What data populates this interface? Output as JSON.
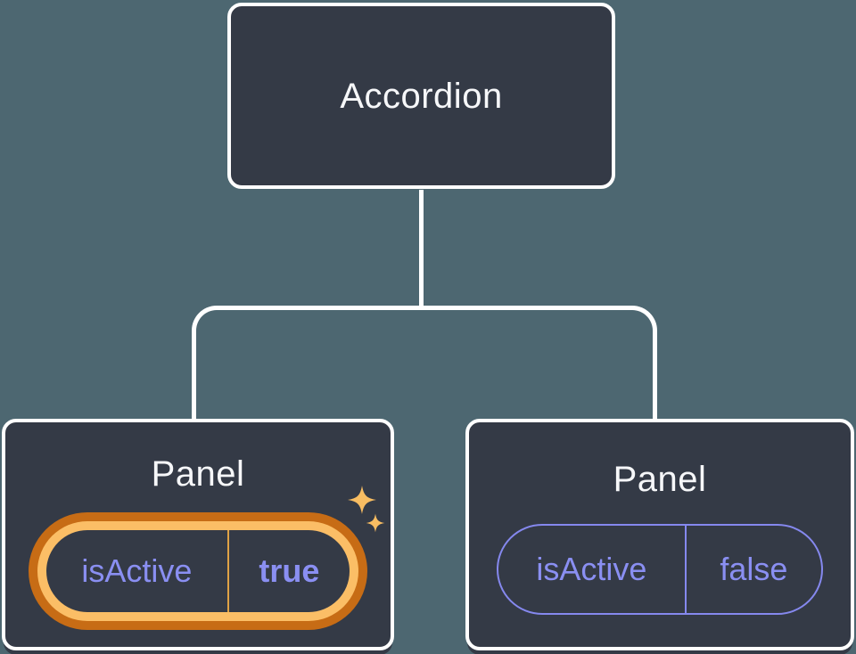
{
  "colors": {
    "background": "#4d6771",
    "node-fill": "#343a46",
    "node-border": "#ffffff",
    "connector": "#ffffff",
    "title-text": "#f6f7f9",
    "state-text": "#8a8ff2",
    "state-outline": "#8588ee",
    "highlight-ring-outer": "#c76c15",
    "highlight-ring-inner": "#fbbe66",
    "highlight-divider": "#e0a245",
    "sparkle": "#f8bd62"
  },
  "tree": {
    "root": {
      "label": "Accordion"
    },
    "panels": [
      {
        "title": "Panel",
        "state_key": "isActive",
        "state_value": "true",
        "highlighted": true
      },
      {
        "title": "Panel",
        "state_key": "isActive",
        "state_value": "false",
        "highlighted": false
      }
    ]
  }
}
